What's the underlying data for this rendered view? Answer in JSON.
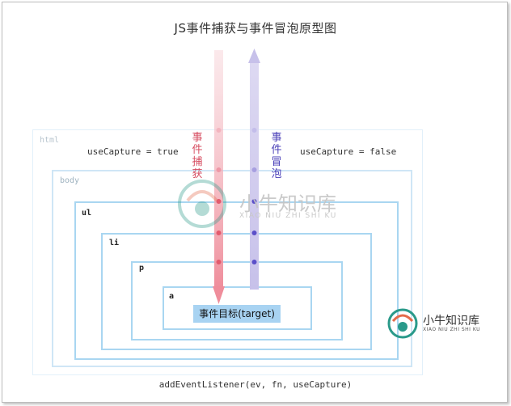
{
  "title": "JS事件捕获与事件冒泡原型图",
  "boxes": {
    "html": "html",
    "body": "body",
    "ul": "ul",
    "li": "li",
    "p": "p",
    "a": "a"
  },
  "capture_flag": "useCapture = true",
  "bubble_flag": "useCapture = false",
  "capture_label": [
    "事",
    "件",
    "捕",
    "获"
  ],
  "bubble_label": [
    "事",
    "件",
    "冒",
    "泡"
  ],
  "target_label": "事件目标(target)",
  "footer": "addEventListener(ev, fn, useCapture)",
  "watermark": {
    "name": "小牛知识库",
    "sub": "XIAO NIU ZHI SHI KU"
  },
  "colors": {
    "capture": "#e35a6e",
    "bubble": "#5b4fc9",
    "box_border": "#8fc8ec",
    "target_bg": "#a8d3f2"
  }
}
